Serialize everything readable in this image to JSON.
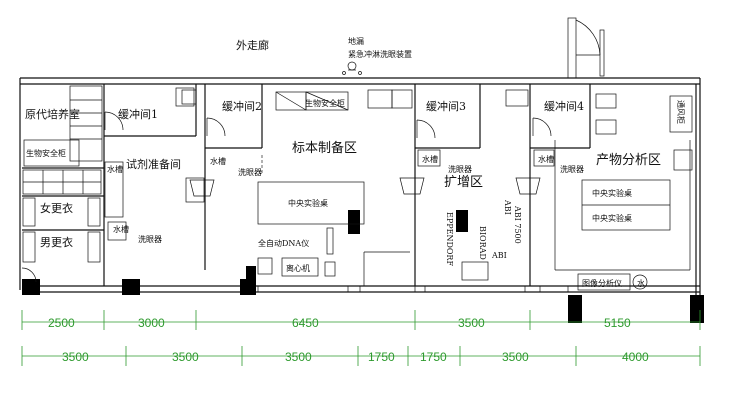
{
  "labels": {
    "outer_corridor": "外走廊",
    "eyewash_top_line1": "地漏",
    "eyewash_top_line2": "紧急冲淋洗眼装置",
    "primary_culture": "原代培养室",
    "bsc_left": "生物安全柜",
    "buffer1": "缓冲间1",
    "reagent_prep": "试剂准备间",
    "female_locker": "女更衣",
    "male_locker": "男更衣",
    "sink": "水槽",
    "eyewash": "洗眼器",
    "buffer2": "缓冲间2",
    "bsc_mid": "生物安全柜",
    "specimen_prep": "标本制备区",
    "central_bench": "中央实验桌",
    "dna_instrument": "全自动DNA仪",
    "centrifuge": "离心机",
    "buffer3": "缓冲间3",
    "amplification": "扩增区",
    "buffer4": "缓冲间4",
    "product_analysis": "产物分析区",
    "fume_hood": "通风柜",
    "imaging": "图像分析仪",
    "water": "水",
    "eppendorf": "EPPENDORF",
    "abi": "ABI",
    "bio_rad": "BIORAD",
    "abi7500": "ABI 7500"
  },
  "dimensions_top": [
    "2500",
    "3000",
    "6450",
    "3500",
    "5150"
  ],
  "dimensions_bottom": [
    "3500",
    "3500",
    "3500",
    "1750",
    "1750",
    "3500",
    "4000"
  ]
}
